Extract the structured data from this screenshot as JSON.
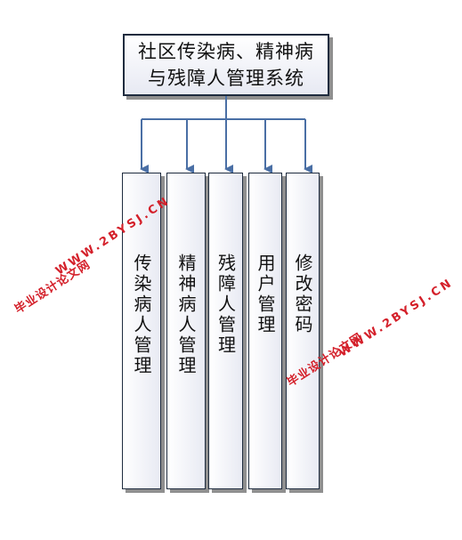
{
  "root": {
    "line1": "社区传染病、精神病",
    "line2": "与残障人管理系统"
  },
  "modules": [
    {
      "label": "传染病人管理"
    },
    {
      "label": "精神病人管理"
    },
    {
      "label": "残障人管理"
    },
    {
      "label": "用户管理"
    },
    {
      "label": "修改密码"
    }
  ],
  "watermarks": [
    {
      "cn": "毕业设计论文网",
      "url": "WWW.2BYSJ.CN"
    },
    {
      "cn": "毕业设计论文网",
      "url": "WWW.2BYSJ.CN"
    }
  ],
  "colors": {
    "connector": "#4a6fa5",
    "box_border": "#1e2b3e",
    "watermark": "#d4202a"
  }
}
